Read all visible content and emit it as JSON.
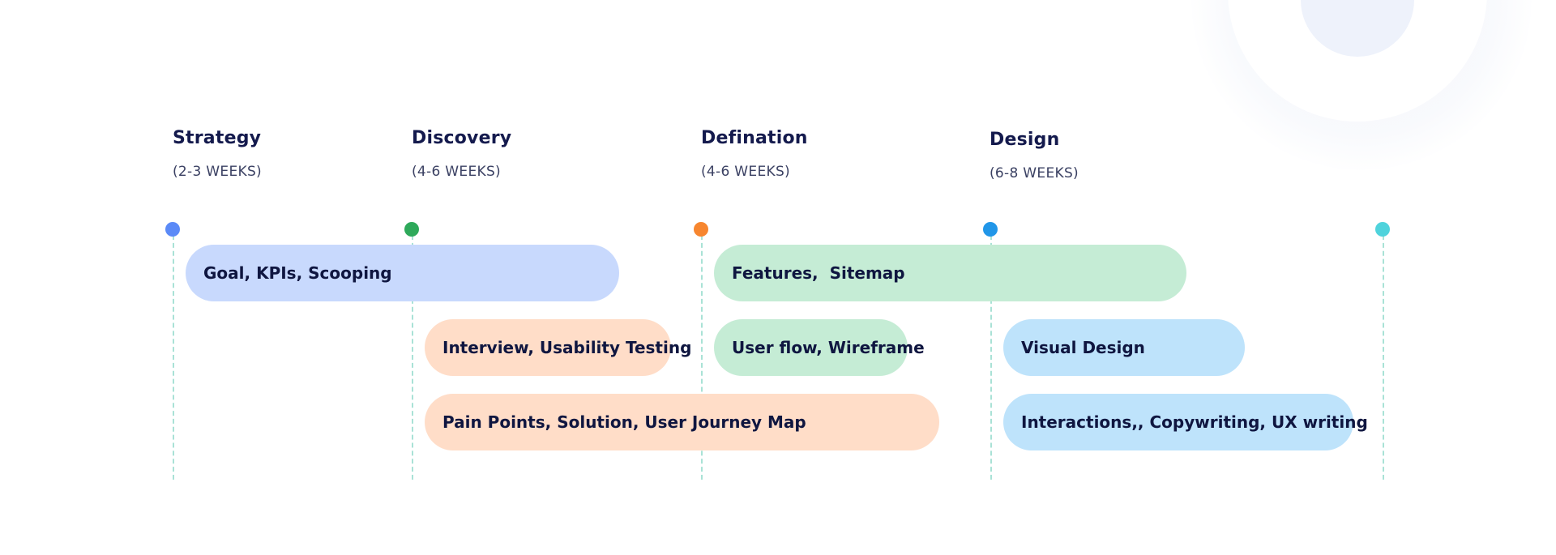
{
  "phases": [
    {
      "title": "Strategy",
      "duration": "(2-3 WEEKS)"
    },
    {
      "title": "Discovery",
      "duration": "(4-6 WEEKS)"
    },
    {
      "title": "Defination",
      "duration": "(4-6 WEEKS)"
    },
    {
      "title": "Design",
      "duration": "(6-8 WEEKS)"
    }
  ],
  "colors": {
    "dot_strategy": "#5b8af7",
    "dot_discovery": "#2ea95a",
    "dot_defination": "#f7862f",
    "dot_design": "#2196e8",
    "dot_end": "#4fd3dc"
  },
  "tasks": [
    {
      "label": "Goal, KPIs, Scooping"
    },
    {
      "label": "Features,  Sitemap"
    },
    {
      "label": "Interview, Usability Testing"
    },
    {
      "label": "User flow, Wireframe"
    },
    {
      "label": "Visual Design"
    },
    {
      "label": "Pain Points, Solution, User Journey Map"
    },
    {
      "label": "Interactions,, Copywriting, UX writing"
    }
  ]
}
